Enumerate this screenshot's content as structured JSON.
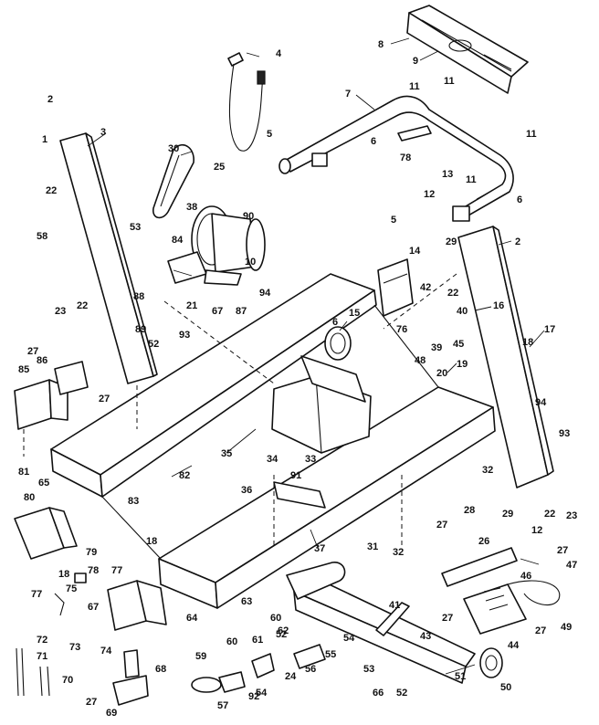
{
  "labels": [
    {
      "id": "l1",
      "text": "1"
    },
    {
      "id": "l2a",
      "text": "2"
    },
    {
      "id": "l2b",
      "text": "2"
    },
    {
      "id": "l3",
      "text": "3"
    },
    {
      "id": "l4",
      "text": "4"
    },
    {
      "id": "l5a",
      "text": "5"
    },
    {
      "id": "l5b",
      "text": "5"
    },
    {
      "id": "l6a",
      "text": "6"
    },
    {
      "id": "l6b",
      "text": "6"
    },
    {
      "id": "l6c",
      "text": "6"
    },
    {
      "id": "l7",
      "text": "7"
    },
    {
      "id": "l8",
      "text": "8"
    },
    {
      "id": "l9",
      "text": "9"
    },
    {
      "id": "l10",
      "text": "10"
    },
    {
      "id": "l11a",
      "text": "11"
    },
    {
      "id": "l11b",
      "text": "11"
    },
    {
      "id": "l11c",
      "text": "11"
    },
    {
      "id": "l11d",
      "text": "11"
    },
    {
      "id": "l12a",
      "text": "12"
    },
    {
      "id": "l12b",
      "text": "12"
    },
    {
      "id": "l13",
      "text": "13"
    },
    {
      "id": "l14",
      "text": "14"
    },
    {
      "id": "l15",
      "text": "15"
    },
    {
      "id": "l16",
      "text": "16"
    },
    {
      "id": "l17",
      "text": "17"
    },
    {
      "id": "l18a",
      "text": "18"
    },
    {
      "id": "l18b",
      "text": "18"
    },
    {
      "id": "l18c",
      "text": "18"
    },
    {
      "id": "l19",
      "text": "19"
    },
    {
      "id": "l20",
      "text": "20"
    },
    {
      "id": "l21",
      "text": "21"
    },
    {
      "id": "l22a",
      "text": "22"
    },
    {
      "id": "l22b",
      "text": "22"
    },
    {
      "id": "l22c",
      "text": "22"
    },
    {
      "id": "l22d",
      "text": "22"
    },
    {
      "id": "l23a",
      "text": "23"
    },
    {
      "id": "l23b",
      "text": "23"
    },
    {
      "id": "l24",
      "text": "24"
    },
    {
      "id": "l25",
      "text": "25"
    },
    {
      "id": "l26",
      "text": "26"
    },
    {
      "id": "l27a",
      "text": "27"
    },
    {
      "id": "l27b",
      "text": "27"
    },
    {
      "id": "l27c",
      "text": "27"
    },
    {
      "id": "l27d",
      "text": "27"
    },
    {
      "id": "l27e",
      "text": "27"
    },
    {
      "id": "l27f",
      "text": "27"
    },
    {
      "id": "l27g",
      "text": "27"
    },
    {
      "id": "l28",
      "text": "28"
    },
    {
      "id": "l29a",
      "text": "29"
    },
    {
      "id": "l29b",
      "text": "29"
    },
    {
      "id": "l30",
      "text": "30"
    },
    {
      "id": "l31",
      "text": "31"
    },
    {
      "id": "l32a",
      "text": "32"
    },
    {
      "id": "l32b",
      "text": "32"
    },
    {
      "id": "l33",
      "text": "33"
    },
    {
      "id": "l34",
      "text": "34"
    },
    {
      "id": "l35",
      "text": "35"
    },
    {
      "id": "l36",
      "text": "36"
    },
    {
      "id": "l37",
      "text": "37"
    },
    {
      "id": "l38",
      "text": "38"
    },
    {
      "id": "l39",
      "text": "39"
    },
    {
      "id": "l40",
      "text": "40"
    },
    {
      "id": "l41",
      "text": "41"
    },
    {
      "id": "l42",
      "text": "42"
    },
    {
      "id": "l43",
      "text": "43"
    },
    {
      "id": "l44",
      "text": "44"
    },
    {
      "id": "l45",
      "text": "45"
    },
    {
      "id": "l46",
      "text": "46"
    },
    {
      "id": "l47",
      "text": "47"
    },
    {
      "id": "l48",
      "text": "48"
    },
    {
      "id": "l49",
      "text": "49"
    },
    {
      "id": "l50",
      "text": "50"
    },
    {
      "id": "l51",
      "text": "51"
    },
    {
      "id": "l52a",
      "text": "52"
    },
    {
      "id": "l52b",
      "text": "52"
    },
    {
      "id": "l52c",
      "text": "52"
    },
    {
      "id": "l53a",
      "text": "53"
    },
    {
      "id": "l53b",
      "text": "53"
    },
    {
      "id": "l54a",
      "text": "54"
    },
    {
      "id": "l54b",
      "text": "54"
    },
    {
      "id": "l55",
      "text": "55"
    },
    {
      "id": "l56",
      "text": "56"
    },
    {
      "id": "l57",
      "text": "57"
    },
    {
      "id": "l58",
      "text": "58"
    },
    {
      "id": "l59",
      "text": "59"
    },
    {
      "id": "l60a",
      "text": "60"
    },
    {
      "id": "l60b",
      "text": "60"
    },
    {
      "id": "l61",
      "text": "61"
    },
    {
      "id": "l62",
      "text": "62"
    },
    {
      "id": "l63",
      "text": "63"
    },
    {
      "id": "l64",
      "text": "64"
    },
    {
      "id": "l65",
      "text": "65"
    },
    {
      "id": "l66",
      "text": "66"
    },
    {
      "id": "l67a",
      "text": "67"
    },
    {
      "id": "l67b",
      "text": "67"
    },
    {
      "id": "l68",
      "text": "68"
    },
    {
      "id": "l69",
      "text": "69"
    },
    {
      "id": "l70",
      "text": "70"
    },
    {
      "id": "l71",
      "text": "71"
    },
    {
      "id": "l72",
      "text": "72"
    },
    {
      "id": "l73",
      "text": "73"
    },
    {
      "id": "l74",
      "text": "74"
    },
    {
      "id": "l75",
      "text": "75"
    },
    {
      "id": "l76",
      "text": "76"
    },
    {
      "id": "l77a",
      "text": "77"
    },
    {
      "id": "l77b",
      "text": "77"
    },
    {
      "id": "l78a",
      "text": "78"
    },
    {
      "id": "l78b",
      "text": "78"
    },
    {
      "id": "l79",
      "text": "79"
    },
    {
      "id": "l80",
      "text": "80"
    },
    {
      "id": "l81",
      "text": "81"
    },
    {
      "id": "l82",
      "text": "82"
    },
    {
      "id": "l83",
      "text": "83"
    },
    {
      "id": "l84",
      "text": "84"
    },
    {
      "id": "l85",
      "text": "85"
    },
    {
      "id": "l86",
      "text": "86"
    },
    {
      "id": "l87",
      "text": "87"
    },
    {
      "id": "l88",
      "text": "88"
    },
    {
      "id": "l89",
      "text": "89"
    },
    {
      "id": "l90",
      "text": "90"
    },
    {
      "id": "l91",
      "text": "91"
    },
    {
      "id": "l92",
      "text": "92"
    },
    {
      "id": "l93a",
      "text": "93"
    },
    {
      "id": "l93b",
      "text": "93"
    },
    {
      "id": "l94a",
      "text": "94"
    },
    {
      "id": "l94b",
      "text": "94"
    }
  ]
}
